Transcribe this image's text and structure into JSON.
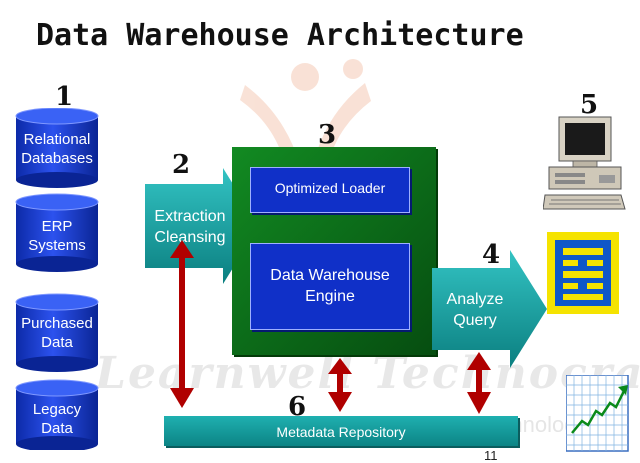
{
  "title": "Data Warehouse Architecture",
  "numbers": [
    "1",
    "2",
    "3",
    "4",
    "5",
    "6"
  ],
  "sources": [
    {
      "line1": "Relational",
      "line2": "Databases"
    },
    {
      "line1": "ERP",
      "line2": "Systems"
    },
    {
      "line1": "Purchased",
      "line2": "Data"
    },
    {
      "line1": "Legacy",
      "line2": "Data"
    }
  ],
  "extraction": {
    "line1": "Extraction",
    "line2": "Cleansing"
  },
  "loader": "Optimized  Loader",
  "engine": {
    "line1": "Data Warehouse",
    "line2": "Engine"
  },
  "analyze": {
    "line1": "Analyze",
    "line2": "Query"
  },
  "metadata": "Metadata Repository",
  "watermark": {
    "main": "Learnwell Technocraft",
    "sub": "... of adding technology"
  },
  "page_number": "11",
  "colors": {
    "cylinder": "#1f3fd6",
    "teal": "#1aa3a3",
    "warehouse": "#0b6b18",
    "box_blue": "#1030c8",
    "arrow_red": "#b00000"
  }
}
